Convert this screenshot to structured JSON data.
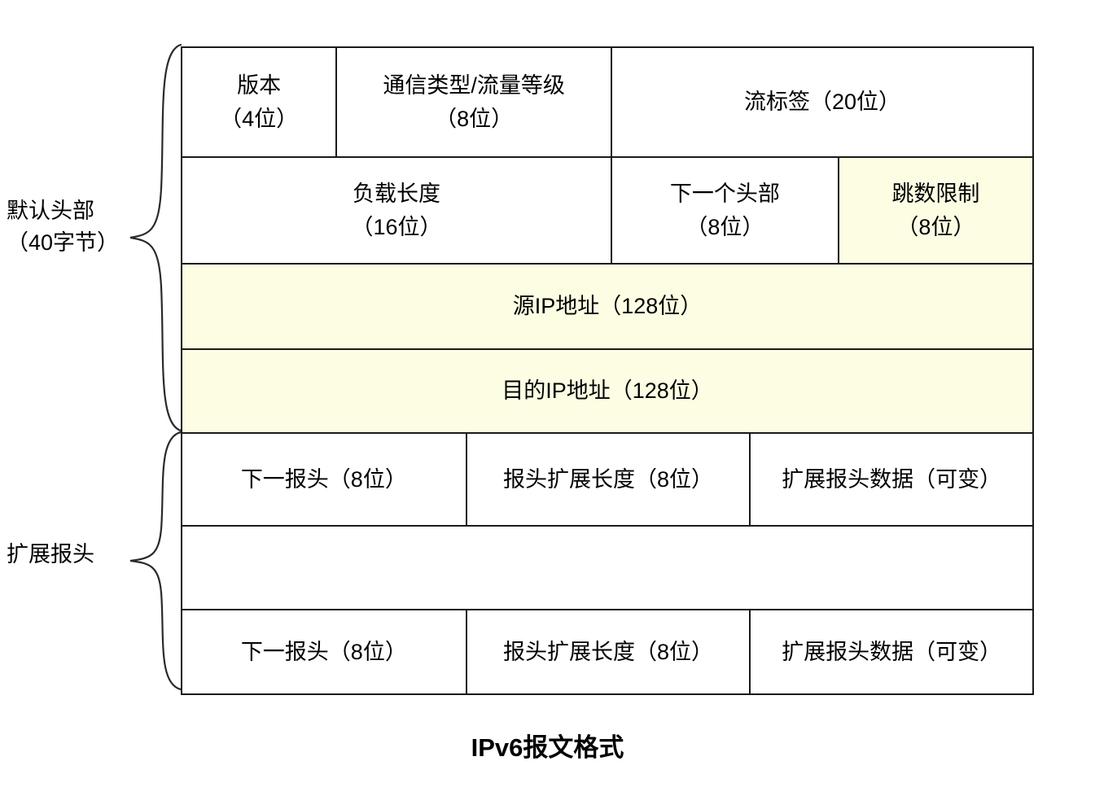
{
  "figure": {
    "caption": "IPv6报文格式"
  },
  "colors": {
    "border": "#1a1a1a",
    "highlight_fill": "#fdfde3",
    "background": "#ffffff",
    "text": "#000000"
  },
  "braces": [
    {
      "name": "default-header",
      "label_line1": "默认头部",
      "label_line2": "（40字节）"
    },
    {
      "name": "extension-header",
      "label_line1": "扩展报头",
      "label_line2": ""
    }
  ],
  "table": {
    "rows": [
      {
        "name": "row-1",
        "cells": [
          {
            "name": "version",
            "line1": "版本",
            "line2": "（4位）",
            "fill": "none"
          },
          {
            "name": "traffic-class",
            "line1": "通信类型/流量等级",
            "line2": "（8位）",
            "fill": "none"
          },
          {
            "name": "flow-label",
            "line1": "流标签（20位）",
            "line2": "",
            "fill": "none"
          }
        ]
      },
      {
        "name": "row-2",
        "cells": [
          {
            "name": "payload-length",
            "line1": "负载长度",
            "line2": "（16位）",
            "fill": "none"
          },
          {
            "name": "next-header",
            "line1": "下一个头部",
            "line2": "（8位）",
            "fill": "none"
          },
          {
            "name": "hop-limit",
            "line1": "跳数限制",
            "line2": "（8位）",
            "fill": "highlight"
          }
        ]
      },
      {
        "name": "row-source-address",
        "cells": [
          {
            "name": "source-address",
            "line1": "源IP地址（128位）",
            "line2": "",
            "fill": "highlight"
          }
        ]
      },
      {
        "name": "row-destination-address",
        "cells": [
          {
            "name": "destination-address",
            "line1": "目的IP地址（128位）",
            "line2": "",
            "fill": "highlight"
          }
        ]
      },
      {
        "name": "row-extension-1",
        "cells": [
          {
            "name": "ext1-next-header",
            "line1": "下一报头（8位）",
            "line2": "",
            "fill": "none"
          },
          {
            "name": "ext1-header-ext-len",
            "line1": "报头扩展长度（8位）",
            "line2": "",
            "fill": "none"
          },
          {
            "name": "ext1-header-data",
            "line1": "扩展报头数据（可变）",
            "line2": "",
            "fill": "none"
          }
        ]
      },
      {
        "name": "row-extension-blank",
        "cells": [
          {
            "name": "extension-blank",
            "line1": "",
            "line2": "",
            "fill": "none"
          }
        ]
      },
      {
        "name": "row-extension-2",
        "cells": [
          {
            "name": "ext2-next-header",
            "line1": "下一报头（8位）",
            "line2": "",
            "fill": "none"
          },
          {
            "name": "ext2-header-ext-len",
            "line1": "报头扩展长度（8位）",
            "line2": "",
            "fill": "none"
          },
          {
            "name": "ext2-header-data",
            "line1": "扩展报头数据（可变）",
            "line2": "",
            "fill": "none"
          }
        ]
      }
    ]
  }
}
